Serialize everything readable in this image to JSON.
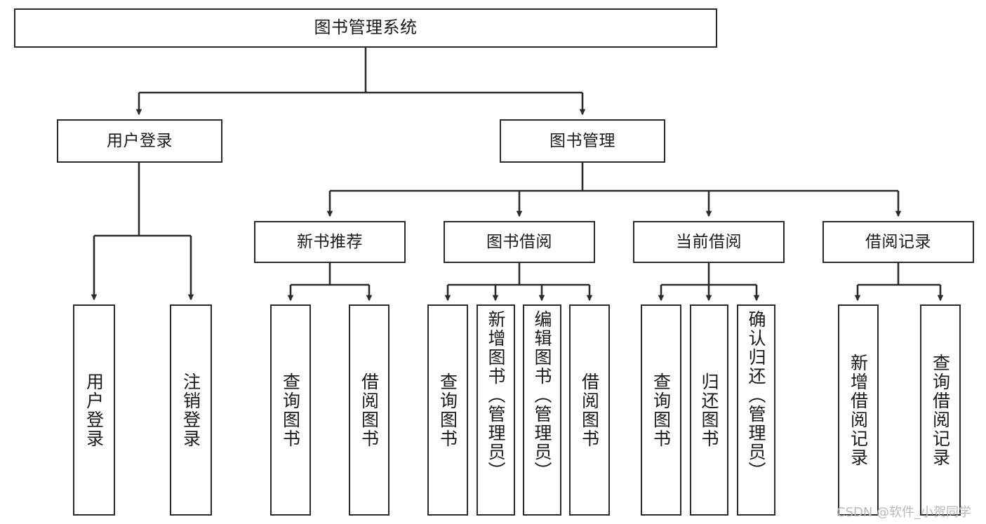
{
  "diagram": {
    "type": "tree",
    "title": "图书管理系统",
    "orientation": "top-down",
    "colors": {
      "node_border": "#2b2b2b",
      "node_fill": "#ffffff",
      "edge": "#2b2b2b",
      "background": "#ffffff",
      "watermark": "#b9b9b9"
    },
    "nodes": {
      "root": {
        "label": "图书管理系统",
        "level": 1
      },
      "l2": [
        {
          "id": "user-login",
          "label": "用户登录",
          "level": 2
        },
        {
          "id": "book-manage",
          "label": "图书管理",
          "level": 2
        }
      ],
      "l3": [
        {
          "id": "new-book-rec",
          "label": "新书推荐",
          "level": 3,
          "parent": "book-manage"
        },
        {
          "id": "book-borrow",
          "label": "图书借阅",
          "level": 3,
          "parent": "book-manage"
        },
        {
          "id": "current-borrow",
          "label": "当前借阅",
          "level": 3,
          "parent": "book-manage"
        },
        {
          "id": "borrow-record",
          "label": "借阅记录",
          "level": 3,
          "parent": "book-manage"
        }
      ],
      "leaves": [
        {
          "id": "leaf-user-login",
          "label": "用户登录",
          "parent": "user-login"
        },
        {
          "id": "leaf-user-logout",
          "label": "注销登录",
          "parent": "user-login"
        },
        {
          "id": "leaf-query-book-1",
          "label": "查询图书",
          "parent": "new-book-rec"
        },
        {
          "id": "leaf-borrow-book-1",
          "label": "借阅图书",
          "parent": "new-book-rec"
        },
        {
          "id": "leaf-query-book-2",
          "label": "查询图书",
          "parent": "book-borrow"
        },
        {
          "id": "leaf-add-book",
          "label": "新增图书（管理员）",
          "parent": "book-borrow"
        },
        {
          "id": "leaf-edit-book",
          "label": "编辑图书（管理员）",
          "parent": "book-borrow"
        },
        {
          "id": "leaf-borrow-book-2",
          "label": "借阅图书",
          "parent": "book-borrow"
        },
        {
          "id": "leaf-query-book-3",
          "label": "查询图书",
          "parent": "current-borrow"
        },
        {
          "id": "leaf-return-book",
          "label": "归还图书",
          "parent": "current-borrow"
        },
        {
          "id": "leaf-confirm-return",
          "label": "确认归还（管理员）",
          "parent": "current-borrow"
        },
        {
          "id": "leaf-add-record",
          "label": "新增借阅记录",
          "parent": "borrow-record"
        },
        {
          "id": "leaf-query-record",
          "label": "查询借阅记录",
          "parent": "borrow-record"
        }
      ]
    }
  },
  "watermark": {
    "text": "CSDN @软件_小贺同学"
  }
}
